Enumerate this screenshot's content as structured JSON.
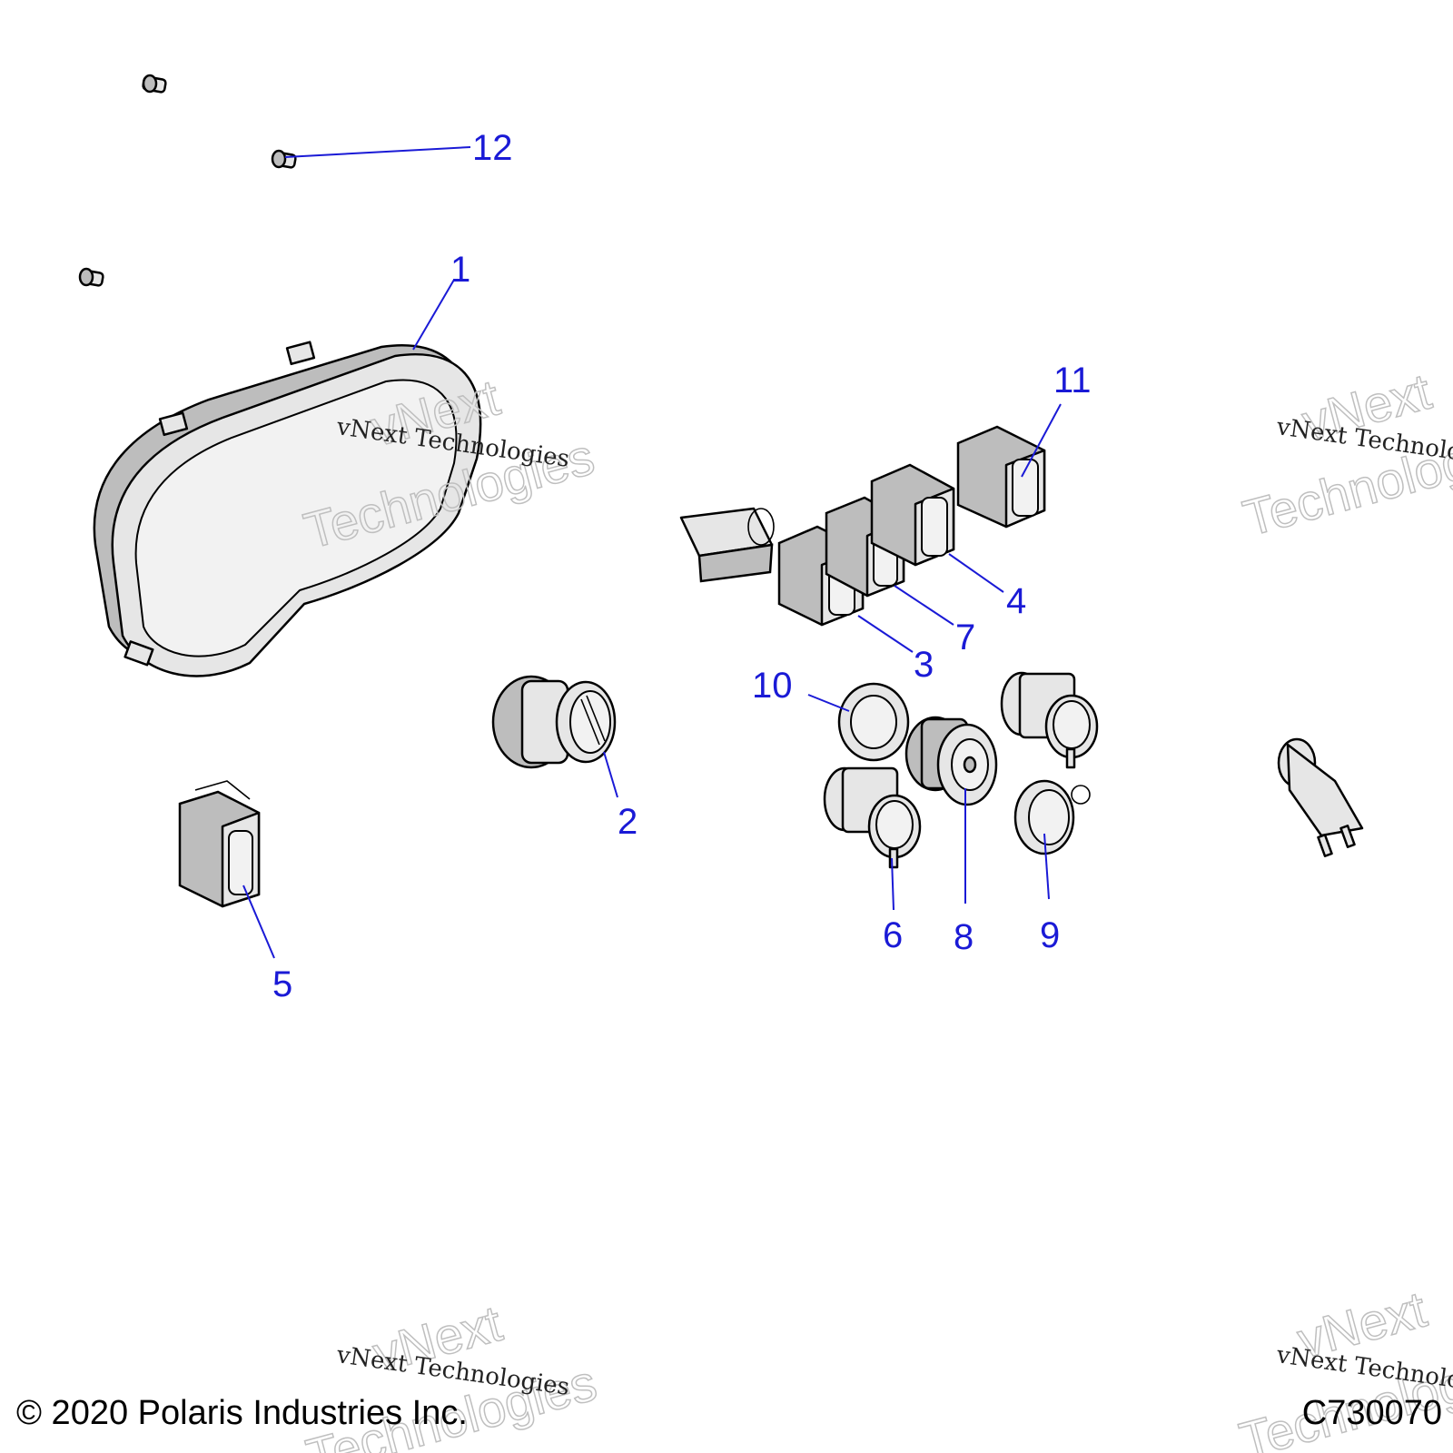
{
  "callouts": [
    {
      "id": "1",
      "label": "1",
      "part": "instrument-cluster"
    },
    {
      "id": "2",
      "label": "2",
      "part": "ignition-switch"
    },
    {
      "id": "3",
      "label": "3",
      "part": "rocker-switch-a"
    },
    {
      "id": "4",
      "label": "4",
      "part": "rocker-switch-b"
    },
    {
      "id": "5",
      "label": "5",
      "part": "rocker-switch-single"
    },
    {
      "id": "6",
      "label": "6",
      "part": "power-outlet"
    },
    {
      "id": "7",
      "label": "7",
      "part": "switch-blank"
    },
    {
      "id": "8",
      "label": "8",
      "part": "usb-outlet"
    },
    {
      "id": "9",
      "label": "9",
      "part": "outlet-cap"
    },
    {
      "id": "10",
      "label": "10",
      "part": "retaining-nut"
    },
    {
      "id": "11",
      "label": "11",
      "part": "rocker-switch-labeled"
    },
    {
      "id": "12",
      "label": "12",
      "part": "screw"
    }
  ],
  "watermark": {
    "line1": "vNext",
    "line2": "vNext Technologies",
    "line3": "Technologies"
  },
  "footer": {
    "copyright": "© 2020 Polaris Industries Inc.",
    "drawing_id": "C730070"
  }
}
